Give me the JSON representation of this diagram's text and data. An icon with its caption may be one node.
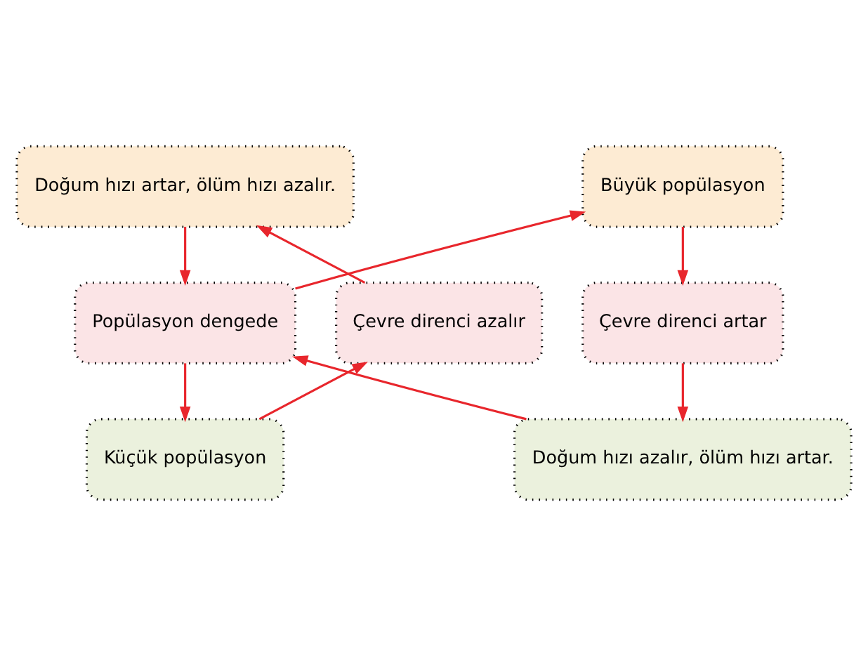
{
  "diagram": {
    "nodes": [
      {
        "text": [
          "Doğum hızı artar, ölüm hızı azalır."
        ]
      },
      {
        "text": [
          "Büyük popülasyon"
        ]
      },
      {
        "text": [
          "Çevre direnci azalır"
        ]
      },
      {
        "text": [
          "Popülasyon dengede"
        ]
      },
      {
        "text": [
          "Çevre direnci artar"
        ]
      },
      {
        "text": [
          "Küçük popülasyon"
        ]
      },
      {
        "text": [
          "Doğum hızı azalır, ölüm hızı artar."
        ]
      }
    ],
    "edges": [
      {
        "from": 0,
        "to": 3,
        "arrow": "to"
      },
      {
        "from": 3,
        "to": 1,
        "arrow": "to"
      },
      {
        "from": 1,
        "to": 4,
        "arrow": "to"
      },
      {
        "from": 4,
        "to": 6,
        "arrow": "to"
      },
      {
        "from": 6,
        "to": 3,
        "arrow": "to"
      },
      {
        "from": 3,
        "to": 5,
        "arrow": "to"
      },
      {
        "from": 5,
        "to": 2,
        "arrow": "to"
      },
      {
        "from": 2,
        "to": 0,
        "arrow": "to"
      }
    ]
  }
}
